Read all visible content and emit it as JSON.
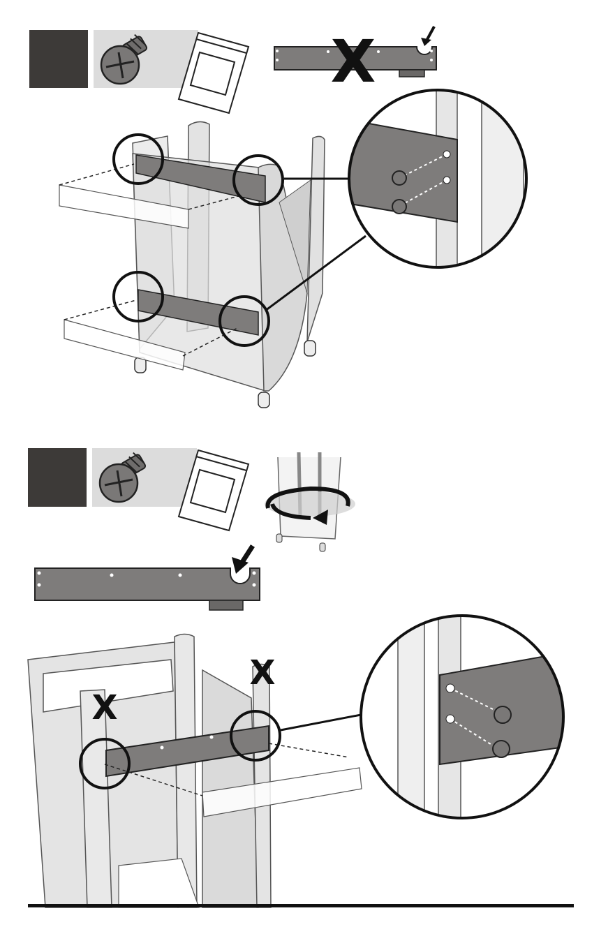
{
  "steps": [
    {
      "hardware": [
        "screw-icon",
        "hardware-bag-icon"
      ],
      "callout": {
        "text": "X"
      },
      "colors": {
        "step_box": "#3d3a38",
        "panel": "#dcdcdc",
        "bracket": "#7e7c7b",
        "frame": "#e2e2e2"
      }
    },
    {
      "hardware": [
        "screw-icon",
        "hardware-bag-icon",
        "rotate-cart-icon"
      ],
      "callouts": [
        {
          "text": "X"
        },
        {
          "text": "X"
        }
      ],
      "colors": {
        "step_box": "#3d3a38",
        "panel": "#dcdcdc",
        "bracket": "#7e7c7b",
        "frame": "#e2e2e2"
      }
    }
  ]
}
